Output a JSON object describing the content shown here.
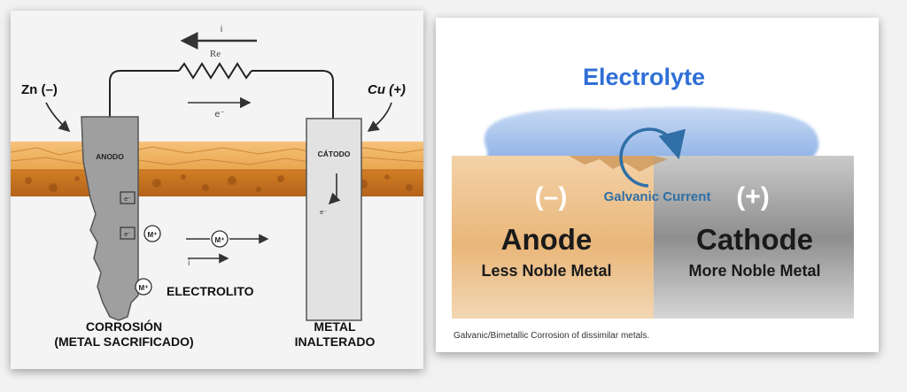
{
  "left": {
    "current_symbol": "i",
    "resistor_label": "Re",
    "electron_wire": "e⁻",
    "anode_terminal": "Zn (–)",
    "cathode_terminal": "Cu (+)",
    "anode_label": "ANODO",
    "cathode_label": "CÁTODO",
    "electron_box": "e⁻",
    "ion_symbol": "M⁺",
    "cathode_electron": "e⁻",
    "electrolyte_label": "ELECTROLITO",
    "ion_current": "i",
    "corrosion_line1": "CORROSIÓN",
    "corrosion_line2": "(METAL SACRIFICADO)",
    "metal_line1": "METAL",
    "metal_line2": "INALTERADO"
  },
  "right": {
    "electrolyte_title": "Electrolyte",
    "galvanic_current": "Galvanic Current",
    "anode_sign": "(–)",
    "cathode_sign": "(+)",
    "anode_title": "Anode",
    "anode_sub": "Less Noble Metal",
    "cathode_title": "Cathode",
    "cathode_sub": "More Noble Metal",
    "caption": "Galvanic/Bimetallic Corrosion of dissimilar metals."
  },
  "colors": {
    "electrolyte_blue": "#2f6fd6",
    "anode_orange": "#e8b070",
    "cathode_gray": "#9a9a9a",
    "soil_orange": "#e9a64e"
  }
}
